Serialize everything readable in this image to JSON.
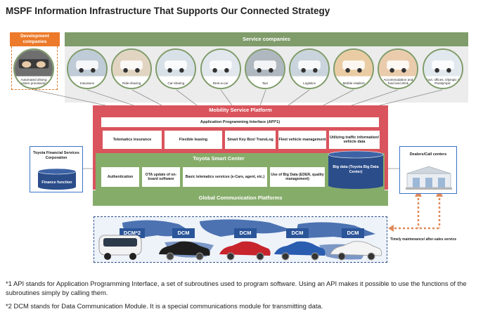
{
  "title": "MSPF Information Infrastructure That Supports Our Connected Strategy",
  "development": {
    "tag": "Development companies",
    "item": "Automated driving system provisioning"
  },
  "service": {
    "band": "Service companies",
    "items": [
      {
        "label": "Insurance",
        "icon": "car-icon"
      },
      {
        "label": "Ride-sharing",
        "icon": "ride-share-icon"
      },
      {
        "label": "Car-sharing",
        "icon": "handshake-icon"
      },
      {
        "label": "Rent-a-car",
        "icon": "rental-car-icon"
      },
      {
        "label": "Taxi",
        "icon": "taxi-icon"
      },
      {
        "label": "Logistics",
        "icon": "truck-icon"
      },
      {
        "label": "Mobile retailers",
        "icon": "groceries-icon"
      },
      {
        "label": "Accommodation and food and drink",
        "icon": "food-icon"
      },
      {
        "label": "Govt. offices, Olympic & Paralympic",
        "icon": "government-icon"
      }
    ]
  },
  "mspf": {
    "title": "Mobility Service Platform",
    "api": "Application Programming Interface (API*1)",
    "boxes": [
      "Telematics insurance",
      "Flexible leasing",
      "Smart Key Box/ TransLog",
      "Fleet vehicle management",
      "Utilizing traffic information/ vehicle data"
    ]
  },
  "tsc": {
    "title": "Toyota Smart Center",
    "boxes": [
      "Authentication",
      "OTA update of on-board software",
      "Basic telematics services (e-Care, agent, etc.)",
      "Use of Big Data (EDER, quality management)"
    ],
    "bigdata": "Big data (Toyota Big Data Center)"
  },
  "gcp": "Global Communication Platforms",
  "finance": {
    "title": "Toyota Financial Services Corporation",
    "function": "Finance function"
  },
  "dealers": {
    "title": "Dealers/Call centers"
  },
  "timely": "Timely maintenance/ after-sales service",
  "dcm": {
    "first": "DCM*2",
    "label": "DCM"
  },
  "notes": {
    "n1": "*1 API stands for Application Programming Interface, a set of subroutines used to program software. Using an API makes it possible to use the functions of the subroutines simply by calling them.",
    "n2": "*2 DCM stands for Data Communication Module. It is a special communications module for transmitting data."
  },
  "colors": {
    "orange": "#ec7a2a",
    "service_green": "#7f9c6a",
    "mspf_red": "#d9545c",
    "tsc_green": "#86ac6a",
    "blue": "#2b5599"
  }
}
